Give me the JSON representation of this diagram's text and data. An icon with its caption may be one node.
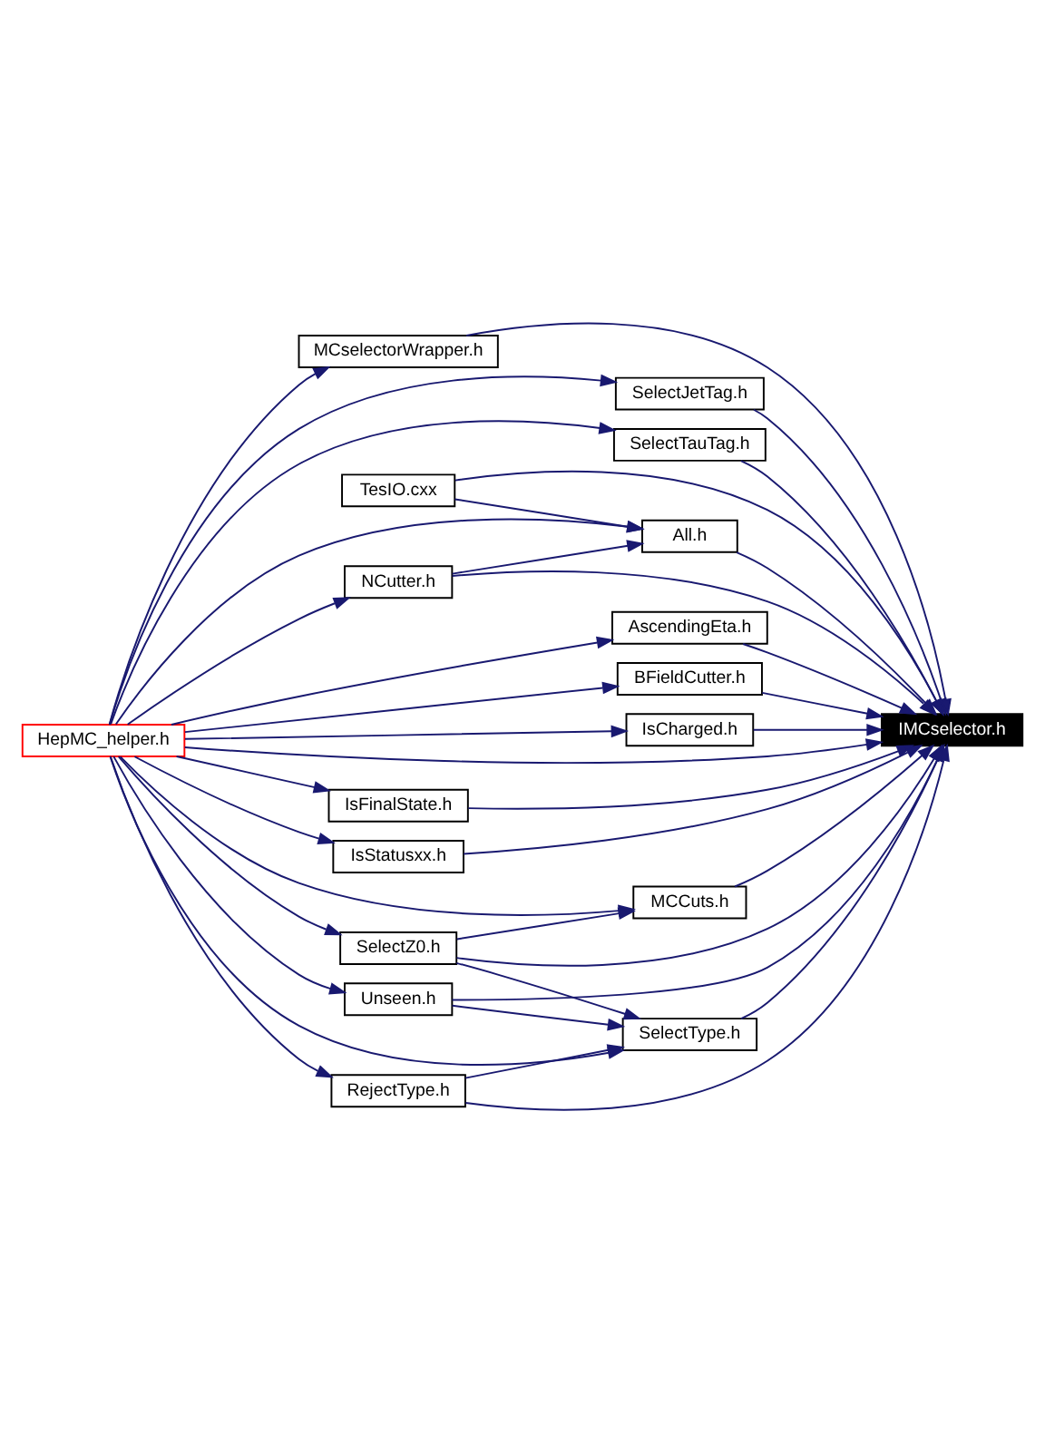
{
  "diagram": {
    "nodes": [
      {
        "text": [
          "SelectJetTag.h"
        ]
      },
      {
        "text": [
          "SelectTauTag.h"
        ]
      },
      {
        "text": [
          "TesIO.cxx"
        ]
      },
      {
        "text": [
          "All.h"
        ]
      },
      {
        "text": [
          "NCutter.h"
        ]
      },
      {
        "text": [
          "AscendingEta.h"
        ]
      },
      {
        "text": [
          "BFieldCutter.h"
        ]
      },
      {
        "text": [
          "IMCselector.h"
        ]
      },
      {
        "text": [
          "IsCharged.h"
        ]
      },
      {
        "text": [
          "HepMC_helper.h"
        ]
      },
      {
        "text": [
          "IsFinalState.h"
        ]
      },
      {
        "text": [
          "IsStatusxx.h"
        ]
      },
      {
        "text": [
          "MCCuts.h"
        ]
      },
      {
        "text": [
          "SelectZ0.h"
        ]
      },
      {
        "text": [
          "Unseen.h"
        ]
      },
      {
        "text": [
          "SelectType.h"
        ]
      },
      {
        "text": [
          "RejectType.h"
        ]
      },
      {
        "text": [
          "MCselectorWrapper.h"
        ]
      }
    ],
    "edges": [
      {
        "from": 9,
        "to": 0,
        "arrow": "to"
      },
      {
        "from": 9,
        "to": 1,
        "arrow": "to"
      },
      {
        "from": 9,
        "to": 3,
        "arrow": "to"
      },
      {
        "from": 9,
        "to": 4,
        "arrow": "to"
      },
      {
        "from": 9,
        "to": 7,
        "arrow": "to"
      },
      {
        "from": 9,
        "to": 5,
        "arrow": "to"
      },
      {
        "from": 9,
        "to": 6,
        "arrow": "to"
      },
      {
        "from": 9,
        "to": 8,
        "arrow": "to"
      },
      {
        "from": 9,
        "to": 10,
        "arrow": "to"
      },
      {
        "from": 9,
        "to": 11,
        "arrow": "to"
      },
      {
        "from": 9,
        "to": 12,
        "arrow": "to"
      },
      {
        "from": 9,
        "to": 13,
        "arrow": "to"
      },
      {
        "from": 9,
        "to": 14,
        "arrow": "to"
      },
      {
        "from": 9,
        "to": 15,
        "arrow": "to"
      },
      {
        "from": 9,
        "to": 16,
        "arrow": "to"
      },
      {
        "from": 9,
        "to": 17,
        "arrow": "to"
      },
      {
        "from": 0,
        "to": 7,
        "arrow": "to"
      },
      {
        "from": 1,
        "to": 7,
        "arrow": "to"
      },
      {
        "from": 2,
        "to": 3,
        "arrow": "to"
      },
      {
        "from": 2,
        "to": 7,
        "arrow": "to"
      },
      {
        "from": 4,
        "to": 3,
        "arrow": "to"
      },
      {
        "from": 4,
        "to": 7,
        "arrow": "to"
      },
      {
        "from": 3,
        "to": 7,
        "arrow": "to"
      },
      {
        "from": 5,
        "to": 7,
        "arrow": "to"
      },
      {
        "from": 6,
        "to": 7,
        "arrow": "to"
      },
      {
        "from": 8,
        "to": 7,
        "arrow": "to"
      },
      {
        "from": 10,
        "to": 7,
        "arrow": "to"
      },
      {
        "from": 11,
        "to": 7,
        "arrow": "to"
      },
      {
        "from": 12,
        "to": 7,
        "arrow": "to"
      },
      {
        "from": 13,
        "to": 12,
        "arrow": "to"
      },
      {
        "from": 13,
        "to": 7,
        "arrow": "to"
      },
      {
        "from": 13,
        "to": 15,
        "arrow": "to"
      },
      {
        "from": 14,
        "to": 7,
        "arrow": "to"
      },
      {
        "from": 14,
        "to": 15,
        "arrow": "to"
      },
      {
        "from": 15,
        "to": 7,
        "arrow": "to"
      },
      {
        "from": 16,
        "to": 15,
        "arrow": "to"
      },
      {
        "from": 16,
        "to": 7,
        "arrow": "to"
      },
      {
        "from": 17,
        "to": 7,
        "arrow": "to"
      }
    ]
  }
}
